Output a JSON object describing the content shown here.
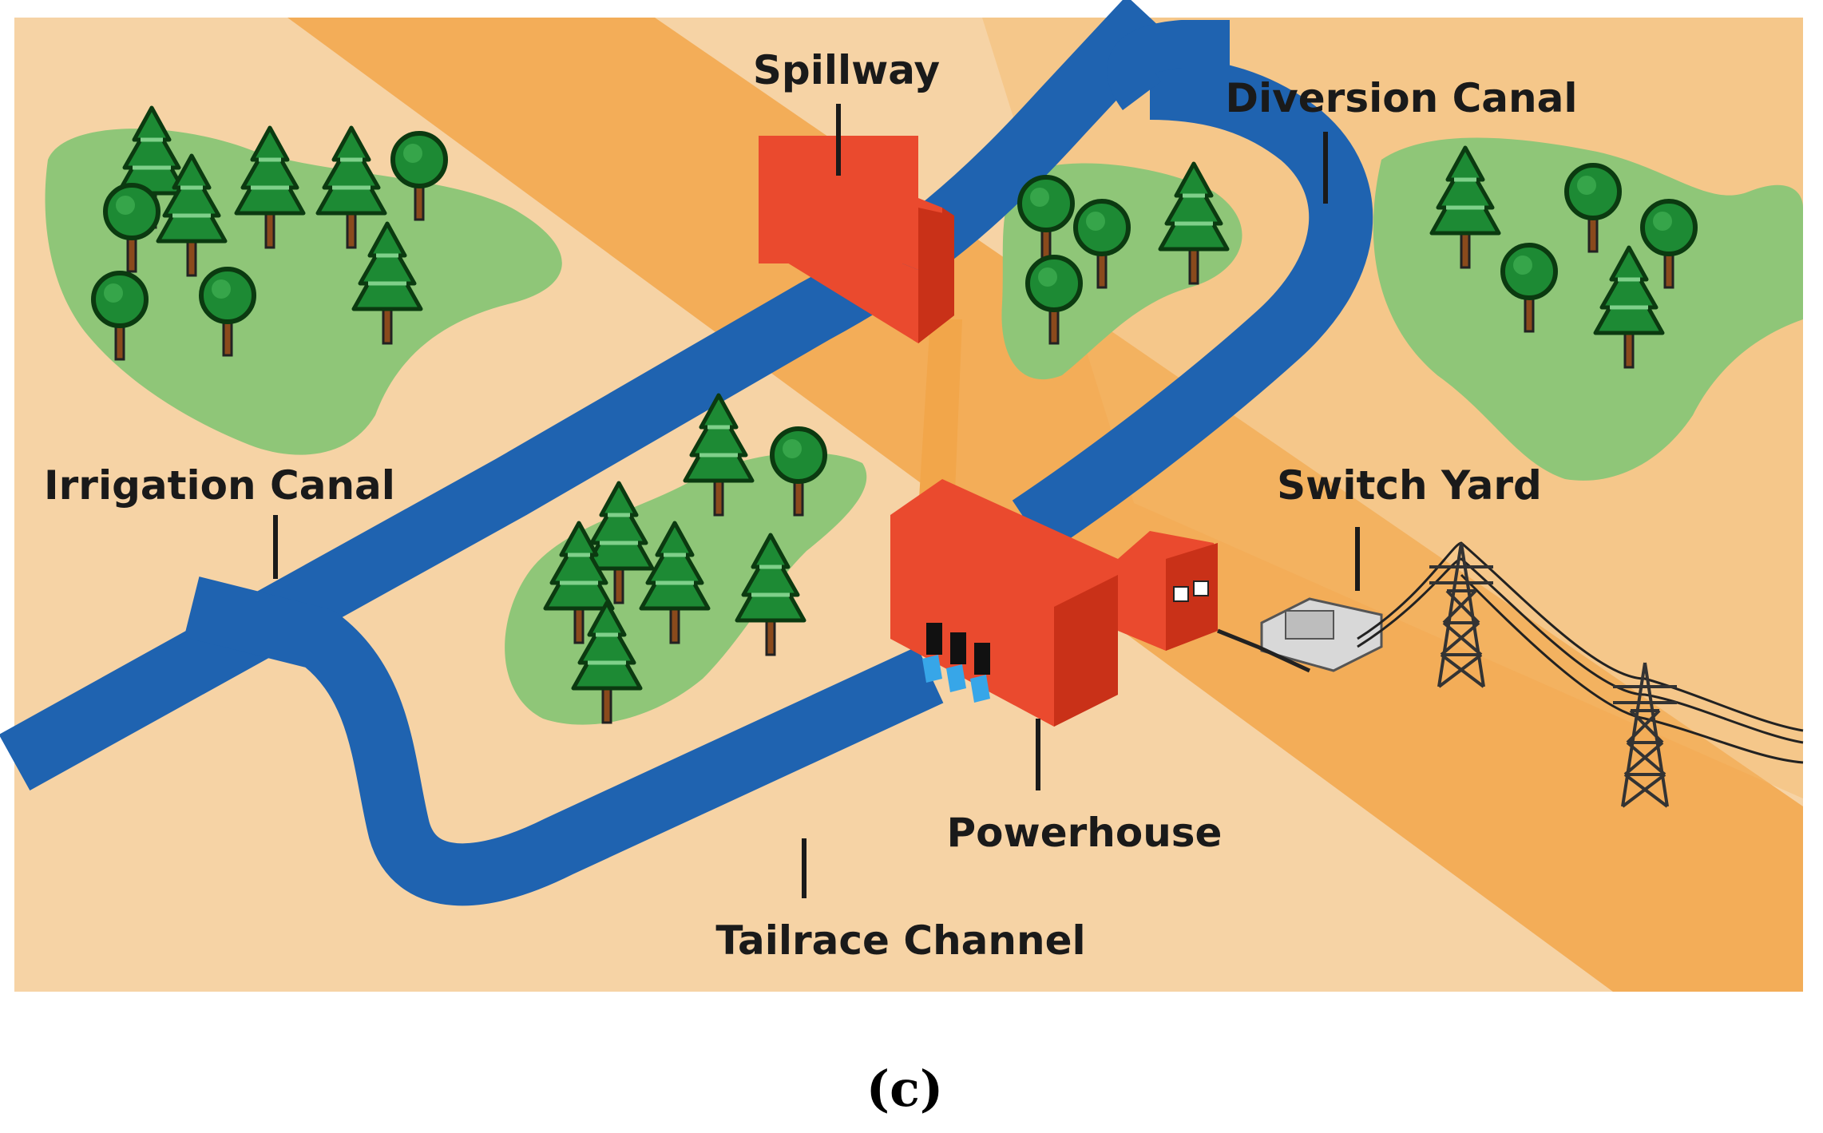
{
  "labels": {
    "spillway": "Spillway",
    "diversion_canal": "Diversion Canal",
    "irrigation_canal": "Irrigation Canal",
    "switch_yard": "Switch Yard",
    "powerhouse": "Powerhouse",
    "tailrace_channel": "Tailrace Channel"
  },
  "caption": "(c)",
  "colors": {
    "ground": "#f6d3a5",
    "road": "#f2a64a",
    "water": "#1f63b0",
    "grass": "#8fc678",
    "tree": "#1d8a34",
    "trunk": "#8a4a1c",
    "building": "#ea4a2e",
    "building_dark": "#c93118"
  },
  "icons": [
    "tree-icon",
    "pine-tree-icon",
    "transmission-tower-icon",
    "transformer-icon",
    "building-icon"
  ]
}
